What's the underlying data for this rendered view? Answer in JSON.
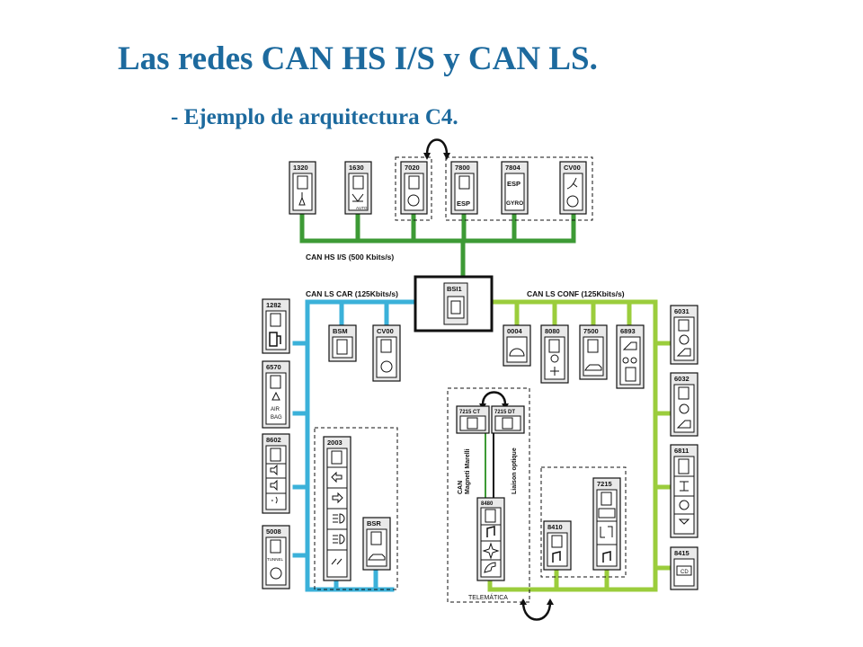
{
  "title": "Las redes CAN HS I/S y CAN LS.",
  "subtitle": "- Ejemplo de arquitectura C4.",
  "colors": {
    "title": "#1d6a9e",
    "can_hs": "#3d9a35",
    "can_ls_car": "#3bb1d9",
    "can_ls_conf": "#9bcd3c",
    "ecu_fill": "#e9e9e9",
    "outline": "#111111"
  },
  "buses": {
    "can_hs": "CAN HS I/S (500 Kbits/s)",
    "can_ls_car": "CAN LS CAR (125Kbits/s)",
    "can_ls_conf": "CAN LS CONF (125Kbits/s)"
  },
  "ecus": {
    "e1320": {
      "code": "1320",
      "icons": [
        "chip-icon",
        "injector-icon"
      ]
    },
    "e1630": {
      "code": "1630",
      "icons": [
        "chip-icon",
        "gearbox-icon"
      ],
      "tag": "AUTO"
    },
    "e7020": {
      "code": "7020",
      "icons": [
        "chip-icon",
        "abs-icon"
      ]
    },
    "e7800": {
      "code": "7800",
      "icons": [
        "chip-icon"
      ],
      "tag": "ESP"
    },
    "e7804": {
      "code": "7804",
      "text1": "ESP",
      "text2": "GYRO"
    },
    "ecv00hs": {
      "code": "CV00",
      "icons": [
        "steering-column-icon",
        "steering-wheel-icon"
      ]
    },
    "ebsi1": {
      "code": "BSI1",
      "icons": [
        "chip-icon"
      ]
    },
    "e1282": {
      "code": "1282",
      "icons": [
        "chip-icon",
        "fuel-pump-icon"
      ]
    },
    "e6570": {
      "code": "6570",
      "icons": [
        "chip-icon",
        "airbag-icon"
      ],
      "tag1": "AIR",
      "tag2": "BAG"
    },
    "e8602": {
      "code": "8602",
      "icons": [
        "chip-icon",
        "alarm-icon",
        "alarm-icon",
        "horn-icon"
      ]
    },
    "e5008": {
      "code": "5008",
      "icons": [
        "chip-icon",
        "light-sensor-icon"
      ],
      "tag": "TUNNEL"
    },
    "ebsm": {
      "code": "BSM",
      "icons": [
        "chip-icon"
      ]
    },
    "ecv00ls": {
      "code": "CV00",
      "icons": [
        "chip-icon",
        "switch-icon"
      ]
    },
    "e2003": {
      "code": "2003",
      "icons": [
        "chip-icon",
        "arrow-left-icon",
        "arrow-right-icon",
        "headlamp-icon",
        "fog-lamp-icon",
        "wiper-icon"
      ]
    },
    "ebsr": {
      "code": "BSR",
      "icons": [
        "chip-icon",
        "car-icon"
      ]
    },
    "e0004": {
      "code": "0004",
      "icons": [
        "instrument-panel-icon"
      ]
    },
    "e8080": {
      "code": "8080",
      "icons": [
        "chip-icon",
        "climate-icon",
        "fan-icon"
      ]
    },
    "e7500": {
      "code": "7500",
      "icons": [
        "chip-icon",
        "car-icon"
      ]
    },
    "e6893": {
      "code": "6893",
      "icons": [
        "door-icon",
        "bicycle-icon",
        "chip-icon"
      ]
    },
    "e6031": {
      "code": "6031",
      "icons": [
        "chip-icon",
        "motor-icon",
        "window-icon"
      ]
    },
    "e6032": {
      "code": "6032",
      "icons": [
        "chip-icon",
        "motor-icon",
        "window-icon"
      ]
    },
    "e6811": {
      "code": "6811",
      "icons": [
        "chip-icon",
        "seat-icon",
        "motor-icon",
        "seat-icon"
      ]
    },
    "e8415": {
      "code": "8415",
      "icons": [
        "cd-changer-icon"
      ],
      "tag": "CD"
    },
    "e7215ct": {
      "code": "7215 CT",
      "icons": [
        "chip-icon"
      ]
    },
    "e7215dt": {
      "code": "7215 DT",
      "icons": [
        "chip-icon"
      ]
    },
    "e8480": {
      "code": "8480",
      "icons": [
        "chip-icon",
        "music-icon",
        "navigation-icon",
        "phone-icon"
      ]
    },
    "e8410": {
      "code": "8410",
      "icons": [
        "chip-icon",
        "music-icon"
      ]
    },
    "e7215": {
      "code": "7215",
      "icons": [
        "chip-icon",
        "radio-display-icon",
        "display-icon",
        "music-icon"
      ]
    }
  },
  "labels": {
    "can_magneti": "CAN",
    "can_magneti2": "Magneti Marelli",
    "liaison": "Liaison optique",
    "telematica": "TELEMÁTICA"
  }
}
